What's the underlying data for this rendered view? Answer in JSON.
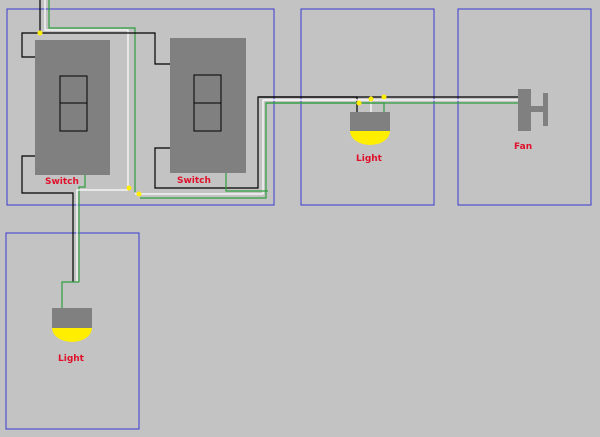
{
  "labels": {
    "switch_left": "Switch",
    "switch_right": "Switch",
    "light_center": "Light",
    "fan": "Fan",
    "light_bottom": "Light"
  },
  "colors": {
    "background": "#c3c3c3",
    "box_border": "#3a3ad0",
    "device": "#808080",
    "bulb": "#ffee00",
    "label_text": "#e0102a",
    "wire_black": "#000000",
    "wire_white": "#ffffff",
    "wire_green": "#2f9e3f",
    "wire_nut": "#ffee00"
  }
}
